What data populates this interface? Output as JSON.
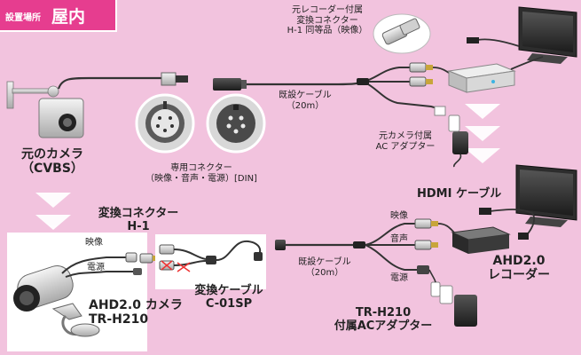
{
  "header": {
    "location_label": "設置場所",
    "location_value": "屋内"
  },
  "top": {
    "equiv_connector": [
      "元レコーダー付属",
      "変換コネクター",
      "H-1 同等品（映像）"
    ],
    "old_camera": [
      "元のカメラ",
      "（CVBS）"
    ],
    "din_connector": [
      "専用コネクター",
      "（映像・音声・電源）[DIN]"
    ],
    "cable": [
      "既設ケーブル",
      "（20m）"
    ],
    "adapter": [
      "元カメラ付属",
      "AC アダプター"
    ]
  },
  "bottom": {
    "hdmi": "HDMI ケーブル",
    "conv_connector": [
      "変換コネクター",
      "H-1"
    ],
    "video": "映像",
    "audio": "音声",
    "power": "電源",
    "ahd_camera": [
      "AHD2.0 カメラ",
      "TR-H210"
    ],
    "conv_cable": [
      "変換ケーブル",
      "C-01SP"
    ],
    "cable": [
      "既設ケーブル",
      "（20m）"
    ],
    "recorder": [
      "AHD2.0",
      "レコーダー"
    ],
    "adapter": [
      "TR-H210",
      "付属ACアダプター"
    ]
  }
}
